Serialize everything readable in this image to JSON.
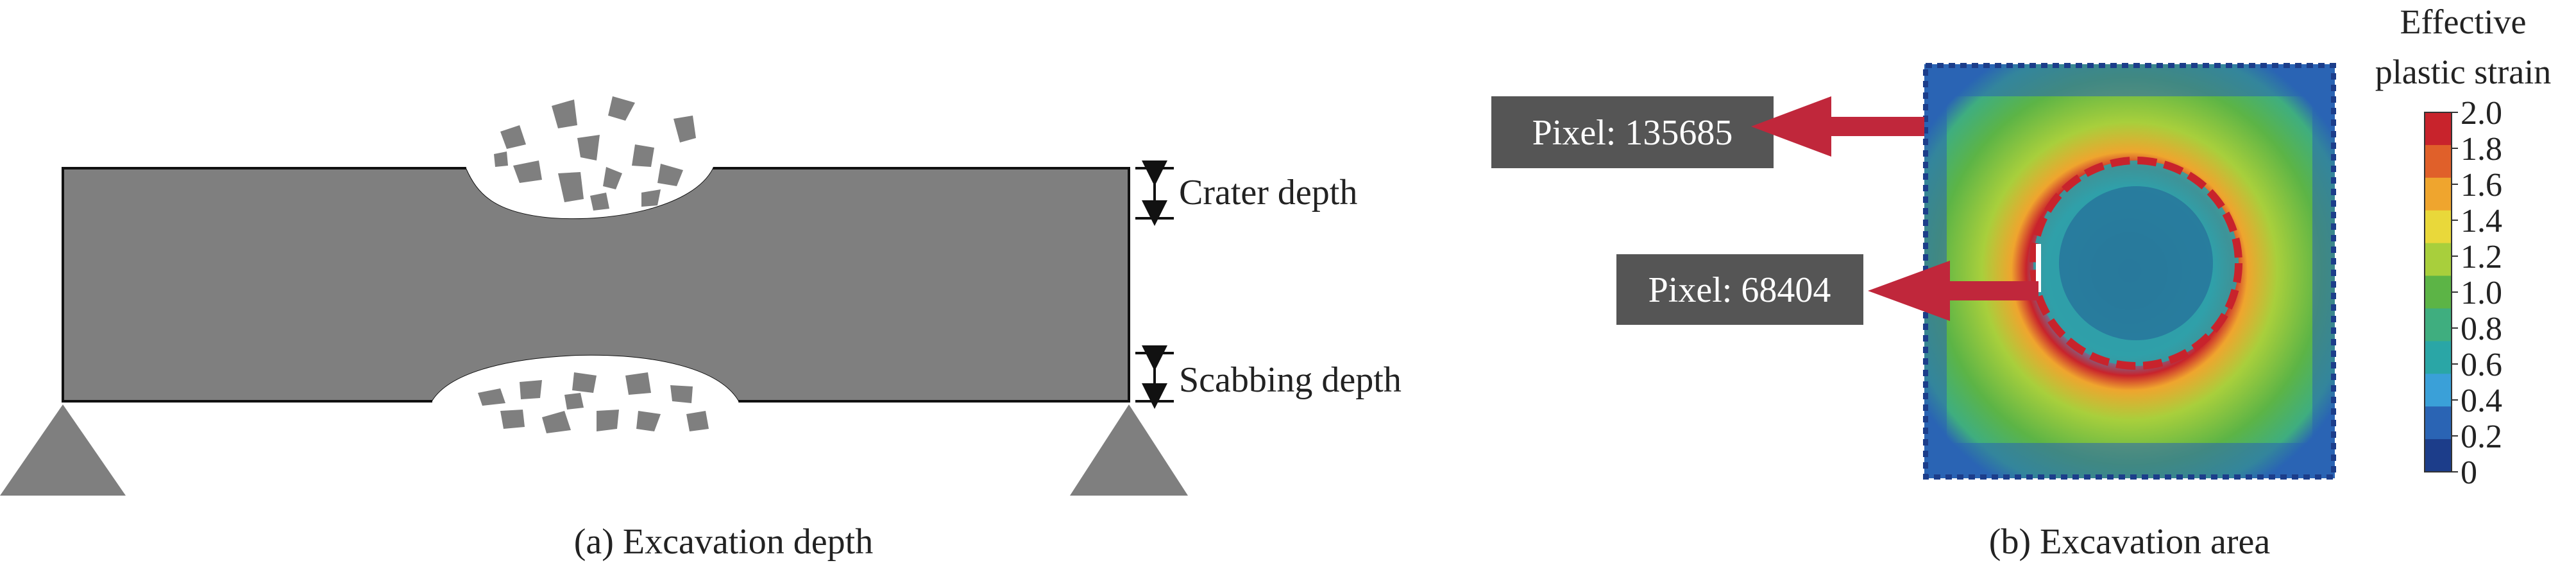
{
  "panel_a": {
    "caption": "(a) Excavation depth",
    "crater_label": "Crater depth",
    "scabbing_label": "Scabbing depth"
  },
  "panel_b": {
    "caption": "(b) Excavation area",
    "pixel_outer": "Pixel: 135685",
    "pixel_inner": "Pixel: 68404",
    "colorbar": {
      "title_line1": "Effective",
      "title_line2": "plastic strain",
      "ticks": [
        "2.0",
        "1.8",
        "1.6",
        "1.4",
        "1.2",
        "1.0",
        "0.8",
        "0.6",
        "0.4",
        "0.2",
        "0"
      ],
      "colors": [
        "#c8232c",
        "#e0602a",
        "#efa52e",
        "#e9d83a",
        "#a8cf3c",
        "#5cb446",
        "#3fae7f",
        "#2aa6a6",
        "#3aa0d8",
        "#2a64b4",
        "#1c3d8a"
      ]
    }
  },
  "colors": {
    "beam": "#7f7f7f",
    "arrow": "#c0273b",
    "label_box": "#555555"
  }
}
